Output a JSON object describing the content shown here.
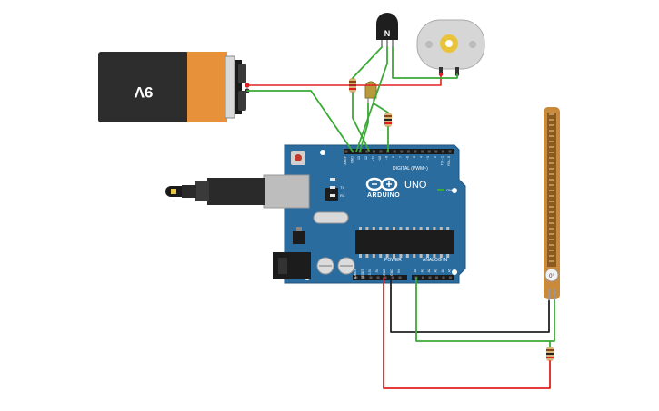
{
  "battery": {
    "label": "9V"
  },
  "transistor": {
    "label": "N"
  },
  "arduino": {
    "brand": "ARDUINO",
    "model": "UNO",
    "on_label": "ON",
    "tx_label": "TX",
    "rx_label": "RX",
    "digital_header": "DIGITAL (PWM~)",
    "power_header": "POWER",
    "analog_header": "ANALOG IN",
    "digital_pins": [
      "AREF",
      "GND",
      "13",
      "12",
      "~11",
      "~10",
      "~9",
      "8",
      "7",
      "~6",
      "~5",
      "4",
      "~3",
      "2",
      "TX→1",
      "RX←0"
    ],
    "power_pins": [
      "IOREF",
      "RESET",
      "3.3V",
      "5V",
      "GND",
      "GND",
      "Vin"
    ],
    "analog_pins": [
      "A0",
      "A1",
      "A2",
      "A3",
      "A4",
      "A5"
    ]
  },
  "flex_sensor": {
    "label": "0°"
  },
  "colors": {
    "wire_green": "#3aaa35",
    "wire_red": "#e02020",
    "wire_black": "#222222",
    "board_blue": "#2b6c9e",
    "battery_orange": "#e8913b"
  }
}
